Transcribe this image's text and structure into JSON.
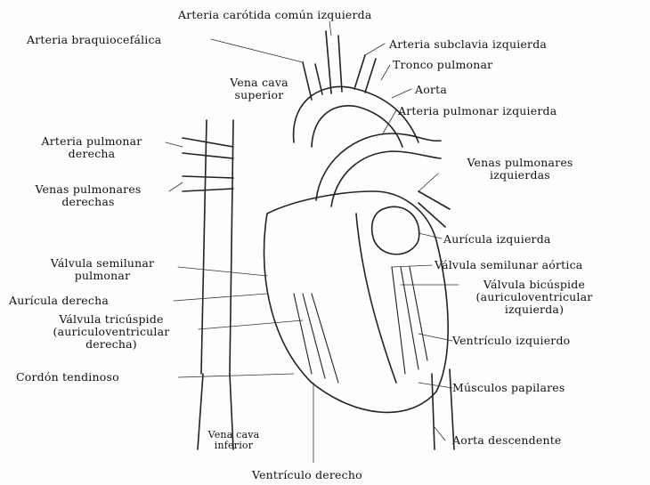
{
  "diagram": {
    "labels": {
      "carotida": "Arteria carótida común izquierda",
      "braquio": "Arteria braquiocefálica",
      "subclavia": "Arteria subclavia izquierda",
      "tronco": "Tronco pulmonar",
      "vena_cava_sup": [
        "Vena cava",
        "superior"
      ],
      "aorta": "Aorta",
      "art_pulm_izq": "Arteria pulmonar izquierda",
      "art_pulm_der": [
        "Arteria pulmonar",
        "derecha"
      ],
      "venas_pulm_izq": [
        "Venas pulmonares",
        "izquierdas"
      ],
      "venas_pulm_der": [
        "Venas pulmonares",
        "derechas"
      ],
      "auricula_izq": "Aurícula izquierda",
      "valv_semilunar_pulm": [
        "Válvula semilunar",
        "pulmonar"
      ],
      "valv_semilunar_aort": "Válvula semilunar aórtica",
      "auricula_der": "Aurícula derecha",
      "valv_bicuspide": [
        "Válvula bicúspide",
        "(auriculoventricular",
        "izquierda)"
      ],
      "valv_tricuspide": [
        "Válvula tricúspide",
        "(auriculoventricular",
        "derecha)"
      ],
      "ventriculo_izq": "Ventrículo izquierdo",
      "cordon_tendinoso": "Cordón tendinoso",
      "musculos_papilares": "Músculos papilares",
      "vena_cava_inf": [
        "Vena cava",
        "inferior"
      ],
      "aorta_desc": "Aorta descendente",
      "ventriculo_der": "Ventrículo derecho"
    }
  }
}
